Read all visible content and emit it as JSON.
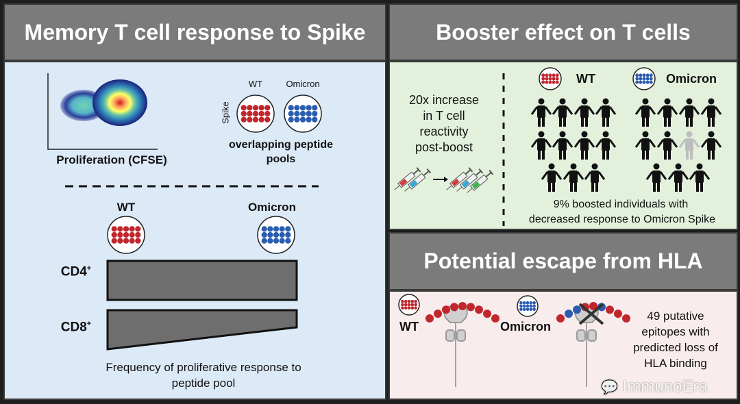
{
  "left_panel": {
    "title": "Memory T cell response to Spike",
    "flow_plot_label": "Proliferation (CFSE)",
    "pool_labels": {
      "wt": "WT",
      "omicron": "Omicron",
      "spike": "Spike"
    },
    "pools_caption_1": "overlapping peptide",
    "pools_caption_2": "pools",
    "variant_wt": "WT",
    "variant_omicron": "Omicron",
    "cd4_label": "CD4",
    "cd8_label": "CD8",
    "superscript": "+",
    "bottom_caption_1": "Frequency of proliferative response to",
    "bottom_caption_2": "peptide pool",
    "background": "#dce9f7"
  },
  "booster_panel": {
    "title": "Booster effect on T cells",
    "increase_text": [
      "20x increase",
      "in T cell",
      "reactivity",
      "post-boost"
    ],
    "wt_label": "WT",
    "omicron_label": "Omicron",
    "caption_1": "9% boosted individuals with",
    "caption_2": "decreased response to Omicron Spike",
    "background": "#e3f1dc"
  },
  "hla_panel": {
    "title": "Potential escape from HLA",
    "wt_label": "WT",
    "omicron_label": "Omicron",
    "text": [
      "49 putative",
      "epitopes with",
      "predicted loss of",
      "HLA binding"
    ],
    "background": "#f9ecec"
  },
  "watermark": "ImmunoEra",
  "colors": {
    "wt": "#c0272d",
    "omicron": "#2a5db0",
    "header": "#7b7b7b"
  }
}
